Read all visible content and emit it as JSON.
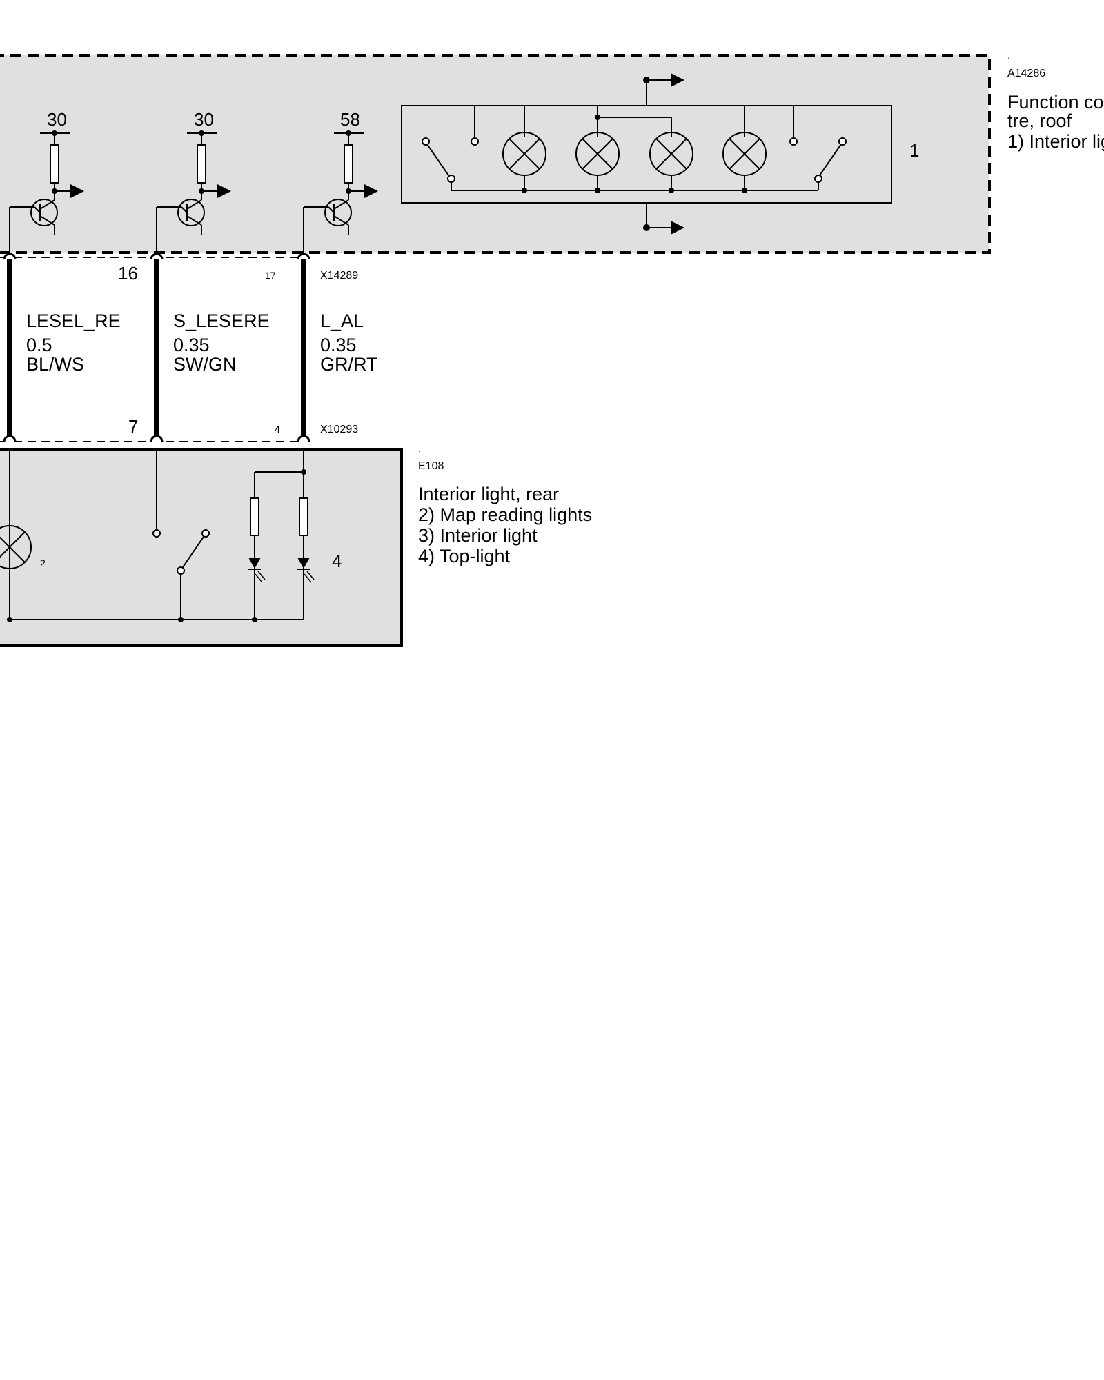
{
  "module_top": {
    "id": "A14286",
    "dot": ".",
    "description": [
      "Function co",
      "tre, roof",
      "1) Interior lig"
    ],
    "block_number": "1",
    "supply_labels": [
      "30",
      "30",
      "58"
    ]
  },
  "connector_top": {
    "id": "X14289",
    "pins": [
      "16",
      "17"
    ]
  },
  "connector_bottom": {
    "id": "X10293",
    "pins": [
      "7",
      "4"
    ]
  },
  "wires": [
    {
      "name": "LESEL_RE",
      "gauge": "0.5",
      "color": "BL/WS"
    },
    {
      "name": "S_LESERE",
      "gauge": "0.35",
      "color": "SW/GN"
    },
    {
      "name": "L_AL",
      "gauge": "0.35",
      "color": "GR/RT"
    }
  ],
  "module_bottom": {
    "id": "E108",
    "dot": ".",
    "description": [
      "Interior light, rear",
      "2) Map reading lights",
      "3) Interior light",
      "4) Top-light"
    ],
    "lamp_number": "2",
    "led_number": "4"
  }
}
